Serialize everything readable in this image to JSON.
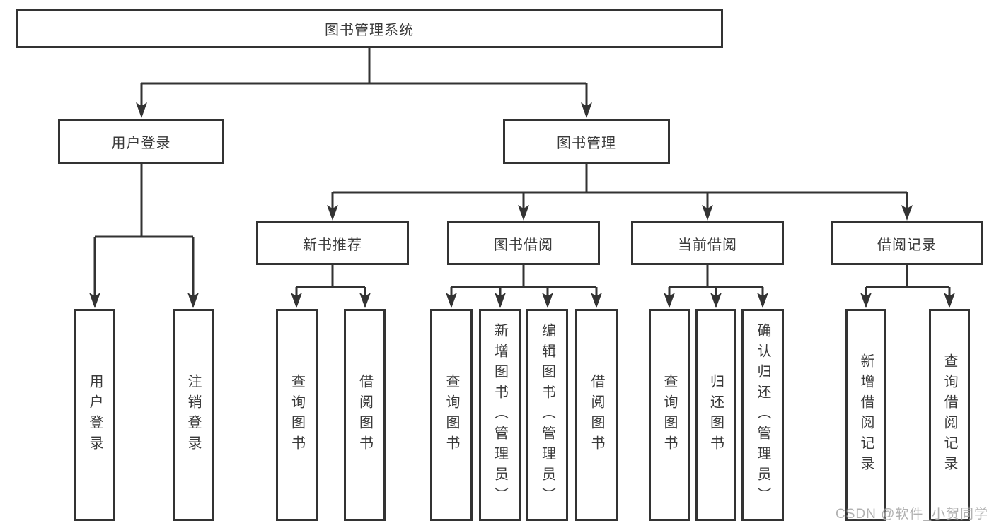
{
  "diagram": {
    "root": {
      "label": "图书管理系统",
      "children": [
        {
          "label": "用户登录",
          "children": [
            {
              "label": "用户登录"
            },
            {
              "label": "注销登录"
            }
          ]
        },
        {
          "label": "图书管理",
          "children": [
            {
              "label": "新书推荐",
              "children": [
                {
                  "label": "查询图书"
                },
                {
                  "label": "借阅图书"
                }
              ]
            },
            {
              "label": "图书借阅",
              "children": [
                {
                  "label": "查询图书"
                },
                {
                  "label": "新增图书（管理员）"
                },
                {
                  "label": "编辑图书（管理员）"
                },
                {
                  "label": "借阅图书"
                }
              ]
            },
            {
              "label": "当前借阅",
              "children": [
                {
                  "label": "查询图书"
                },
                {
                  "label": "归还图书"
                },
                {
                  "label": "确认归还（管理员）"
                }
              ]
            },
            {
              "label": "借阅记录",
              "children": [
                {
                  "label": "新增借阅记录"
                },
                {
                  "label": "查询借阅记录"
                }
              ]
            }
          ]
        }
      ]
    }
  },
  "watermark": {
    "text": "CSDN @软件_小贺同学"
  },
  "colors": {
    "line": "#333333",
    "text": "#3a3a3a",
    "box_background": "#ffffff",
    "watermark": "#a3a3a3",
    "background": "#ffffff"
  }
}
